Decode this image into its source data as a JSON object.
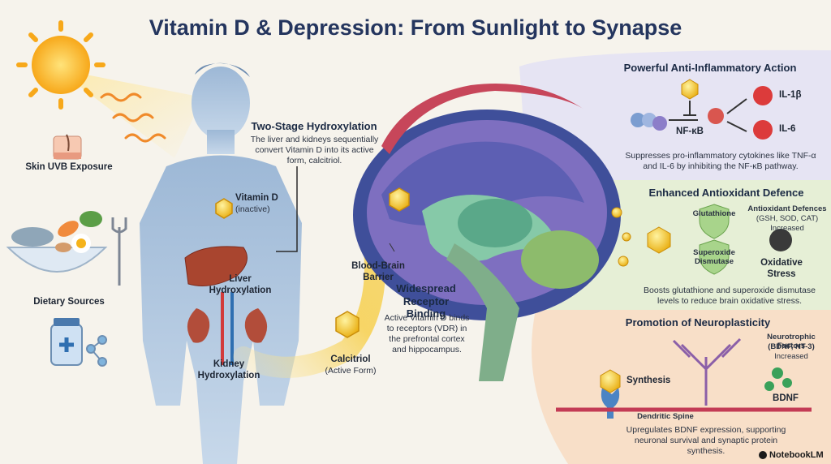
{
  "title": "Vitamin D & Depression: From Sunlight to Synapse",
  "sources": {
    "skin": "Skin UVB Exposure",
    "diet": "Dietary Sources"
  },
  "hydroxylation": {
    "heading": "Two-Stage Hydroxylation",
    "body": "The liver and kidneys sequentially convert Vitamin D into its active form, calcitriol."
  },
  "vitamin_d": {
    "name": "Vitamin D",
    "state": "(inactive)"
  },
  "liver": "Liver Hydroxylation",
  "kidney": "Kidney Hydroxylation",
  "calcitriol": {
    "name": "Calcitriol",
    "state": "(Active Form)"
  },
  "bbb": "Blood-Brain Barrier",
  "receptor": {
    "heading": "Widespread Receptor Binding",
    "body": "Active Vitamin D binds to receptors (VDR) in the prefrontal cortex and hippocampus."
  },
  "panel_inflammation": {
    "heading": "Powerful Anti-Inflammatory Action",
    "nfkb": "NF-κB",
    "il1b": "IL-1β",
    "il6": "IL-6",
    "body": "Suppresses pro-inflammatory cytokines like TNF-α and IL-6 by inhibiting the NF-κB pathway."
  },
  "panel_antioxidant": {
    "heading": "Enhanced Antioxidant Defence",
    "glutathione": "Glutathione",
    "sod": "Superoxide Dismutase",
    "defences_title": "Antioxidant Defences",
    "defences_list": "(GSH, SOD, CAT)",
    "defences_state": "Increased",
    "oxidative": "Oxidative Stress",
    "body": "Boosts glutathione and superoxide dismutase levels to reduce brain oxidative stress."
  },
  "panel_neuro": {
    "heading": "Promotion of Neuroplasticity",
    "factors_title": "Neurotrophic Factors",
    "factors_list": "(BDNF, NT-3)",
    "factors_state": "Increased",
    "synthesis": "Synthesis",
    "bdnf": "BDNF",
    "spine": "Dendritic Spine",
    "body": "Upregulates BDNF expression, supporting neuronal survival and synaptic protein synthesis."
  },
  "brand": "NotebookLM",
  "colors": {
    "sun": "#f7b21a",
    "body": "#a9c3de",
    "vitamin": "#f2c21b",
    "inflammation_panel": "#e6e4f3",
    "antioxidant_panel": "#e6efd6",
    "neuro_panel": "#f8dfc8",
    "cytokine": "#dc3b3b",
    "bdnf": "#3aa15a"
  }
}
